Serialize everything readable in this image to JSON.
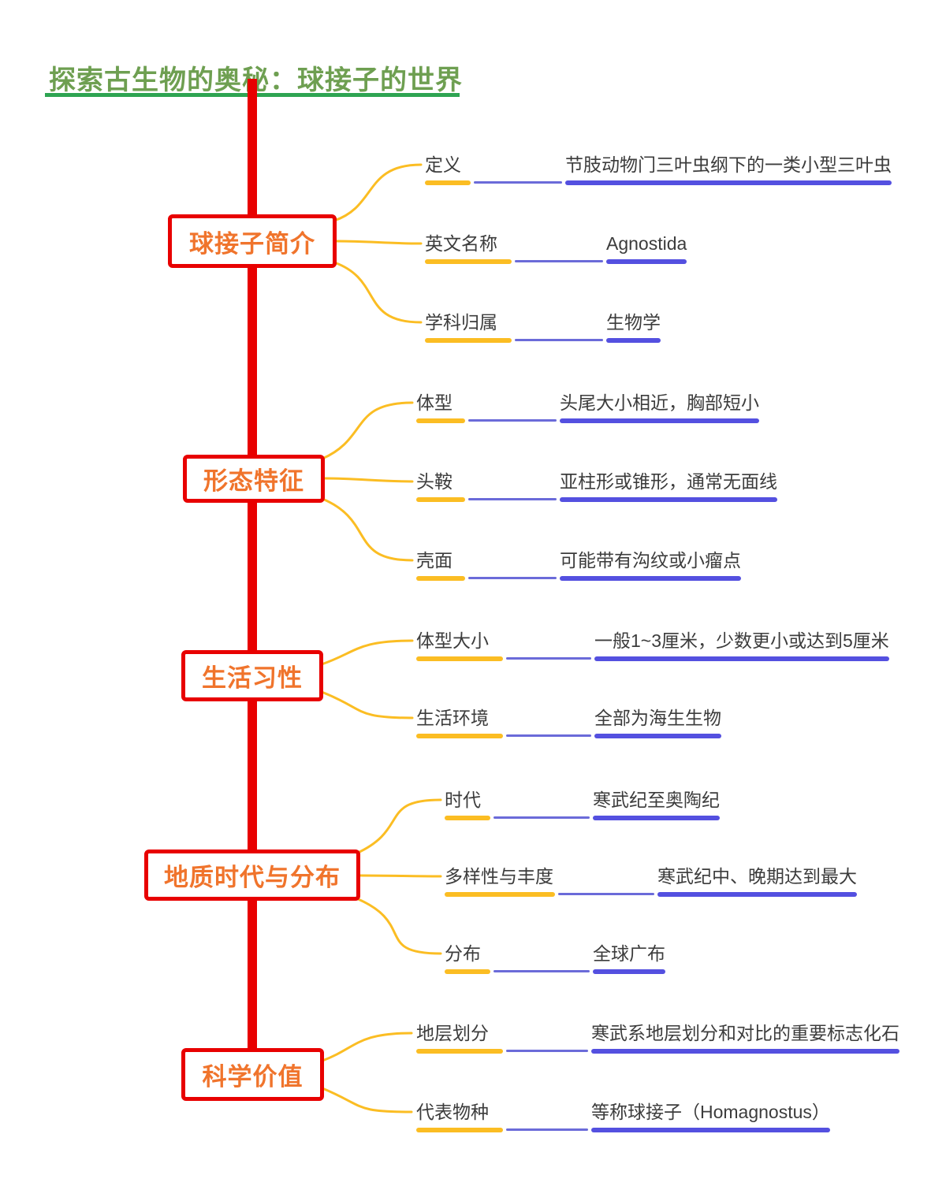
{
  "title": {
    "text": "探索古生物的奥秘：球接子的世界"
  },
  "colors": {
    "spine_red": "#E80000",
    "node_border_red": "#E80000",
    "node_text_orange": "#F0742C",
    "label_underline_yellow": "#FBBD23",
    "value_underline_blue": "#5450E0",
    "connector_blue": "#6B6BD9",
    "title_green": "#6E9F51",
    "title_underline_green": "#2EA452",
    "leaf_text_gray": "#3C3C3C"
  },
  "branches": [
    {
      "label": "球接子简介",
      "children": [
        {
          "label": "定义",
          "value": "节肢动物门三叶虫纲下的一类小型三叶虫"
        },
        {
          "label": "英文名称",
          "value": "Agnostida"
        },
        {
          "label": "学科归属",
          "value": "生物学"
        }
      ]
    },
    {
      "label": "形态特征",
      "children": [
        {
          "label": "体型",
          "value": "头尾大小相近，胸部短小"
        },
        {
          "label": "头鞍",
          "value": "亚柱形或锥形，通常无面线"
        },
        {
          "label": "壳面",
          "value": "可能带有沟纹或小瘤点"
        }
      ]
    },
    {
      "label": "生活习性",
      "children": [
        {
          "label": "体型大小",
          "value": "一般1~3厘米，少数更小或达到5厘米"
        },
        {
          "label": "生活环境",
          "value": "全部为海生生物"
        }
      ]
    },
    {
      "label": "地质时代与分布",
      "children": [
        {
          "label": "时代",
          "value": "寒武纪至奥陶纪"
        },
        {
          "label": "多样性与丰度",
          "value": "寒武纪中、晚期达到最大"
        },
        {
          "label": "分布",
          "value": "全球广布"
        }
      ]
    },
    {
      "label": "科学价值",
      "children": [
        {
          "label": "地层划分",
          "value": "寒武系地层划分和对比的重要标志化石"
        },
        {
          "label": "代表物种",
          "value": "等称球接子（Homagnostus）"
        }
      ]
    }
  ]
}
